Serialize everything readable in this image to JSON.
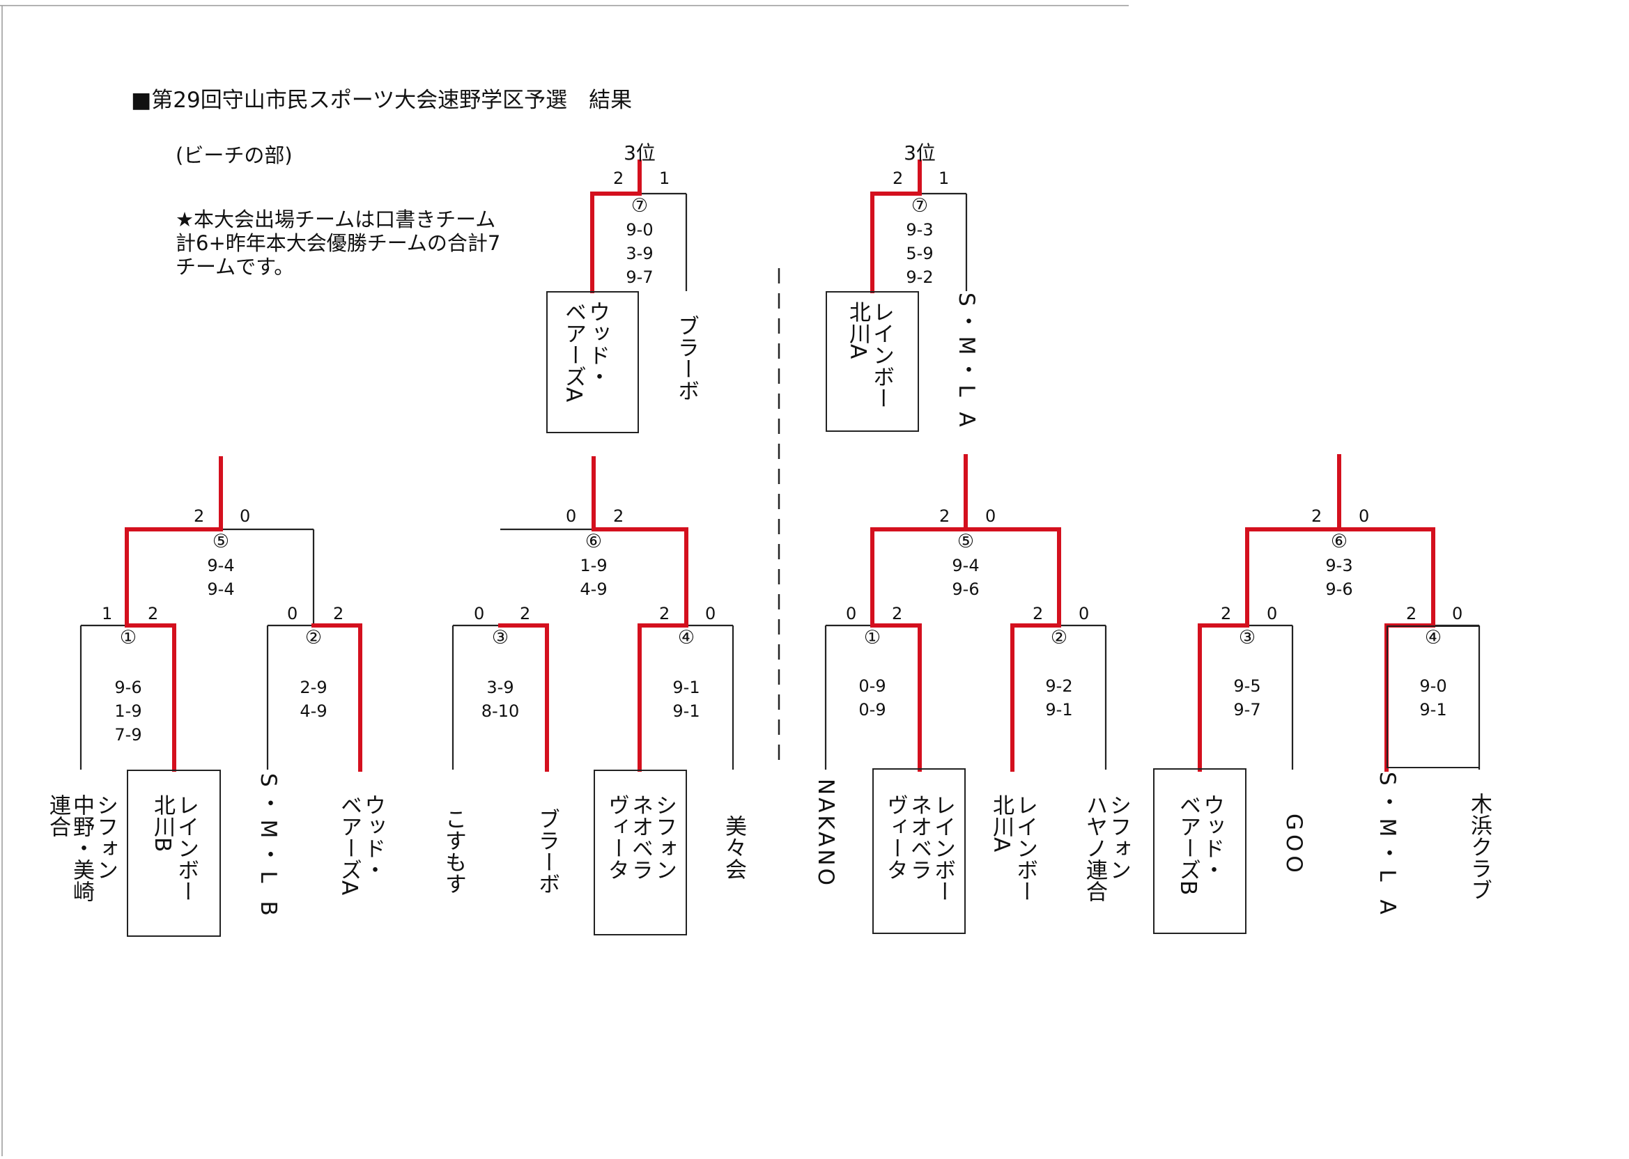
{
  "title": "■第29回守山市民スポーツ大会速野学区予選　結果",
  "division": "(ビーチの部)",
  "note": "★本大会出場チームは口書きチーム計6+昨年本大会優勝チームの合計7チームです。",
  "colors": {
    "winner_line": "#d4101e",
    "line": "#222222",
    "text": "#111111"
  },
  "left": {
    "third": {
      "label": "3位",
      "match": "⑦",
      "scores": [
        "9-0",
        "3-9",
        "9-7"
      ],
      "sets_left": "2",
      "sets_right": "1",
      "team_left": [
        "ウッド・",
        "ベアーズA"
      ],
      "team_right": [
        "ブラーボ"
      ]
    },
    "m5": {
      "match": "⑤",
      "scores": [
        "9-4",
        "9-4"
      ],
      "sets_left": "2",
      "sets_right": "0"
    },
    "m6": {
      "match": "⑥",
      "scores": [
        "1-9",
        "4-9"
      ],
      "sets_left": "0",
      "sets_right": "2"
    },
    "m1": {
      "match": "①",
      "scores": [
        "9-6",
        "1-9",
        "7-9"
      ],
      "sets_left": "1",
      "sets_right": "2"
    },
    "m2": {
      "match": "②",
      "scores": [
        "2-9",
        "4-9"
      ],
      "sets_left": "0",
      "sets_right": "2"
    },
    "m3": {
      "match": "③",
      "scores": [
        "3-9",
        "8-10"
      ],
      "sets_left": "0",
      "sets_right": "2"
    },
    "m4": {
      "match": "④",
      "scores": [
        "9-1",
        "9-1"
      ],
      "sets_left": "2",
      "sets_right": "0"
    },
    "teams": [
      {
        "lines": [
          "シフォン",
          "中野・美崎",
          "連合"
        ]
      },
      {
        "lines": [
          "レインボー",
          "北川B"
        ]
      },
      {
        "lines": [
          "S・M・L B"
        ]
      },
      {
        "lines": [
          "ウッド・",
          "ベアーズA"
        ]
      },
      {
        "lines": [
          "こすもす"
        ]
      },
      {
        "lines": [
          "ブラーボ"
        ]
      },
      {
        "lines": [
          "シフォン",
          "ネオベラ",
          "ヴィータ"
        ]
      },
      {
        "lines": [
          "美々会"
        ]
      }
    ]
  },
  "right": {
    "third": {
      "label": "3位",
      "match": "⑦",
      "scores": [
        "9-3",
        "5-9",
        "9-2"
      ],
      "sets_left": "2",
      "sets_right": "1",
      "team_left": [
        "レインボー",
        "北川A"
      ],
      "team_right": [
        "S・M・L A"
      ]
    },
    "m5": {
      "match": "⑤",
      "scores": [
        "9-4",
        "9-6"
      ],
      "sets_left": "2",
      "sets_right": "0"
    },
    "m6": {
      "match": "⑥",
      "scores": [
        "9-3",
        "9-6"
      ],
      "sets_left": "2",
      "sets_right": "0"
    },
    "m1": {
      "match": "①",
      "scores": [
        "0-9",
        "0-9"
      ],
      "sets_left": "0",
      "sets_right": "2"
    },
    "m2": {
      "match": "②",
      "scores": [
        "9-2",
        "9-1"
      ],
      "sets_left": "2",
      "sets_right": "0"
    },
    "m3": {
      "match": "③",
      "scores": [
        "9-5",
        "9-7"
      ],
      "sets_left": "2",
      "sets_right": "0"
    },
    "m4": {
      "match": "④",
      "scores": [
        "9-0",
        "9-1"
      ],
      "sets_left": "2",
      "sets_right": "0"
    },
    "teams": [
      {
        "lines": [
          "NAKANO"
        ]
      },
      {
        "lines": [
          "レインボー",
          "ネオベラ",
          "ヴィータ"
        ]
      },
      {
        "lines": [
          "レインボー",
          "北川A"
        ]
      },
      {
        "lines": [
          "シフォン",
          "ハヤノ連合"
        ]
      },
      {
        "lines": [
          "ウッド・",
          "ベアーズB"
        ]
      },
      {
        "lines": [
          "GOO"
        ]
      },
      {
        "lines": [
          "S・M・L A"
        ]
      },
      {
        "lines": [
          "木浜クラブ"
        ]
      }
    ]
  }
}
